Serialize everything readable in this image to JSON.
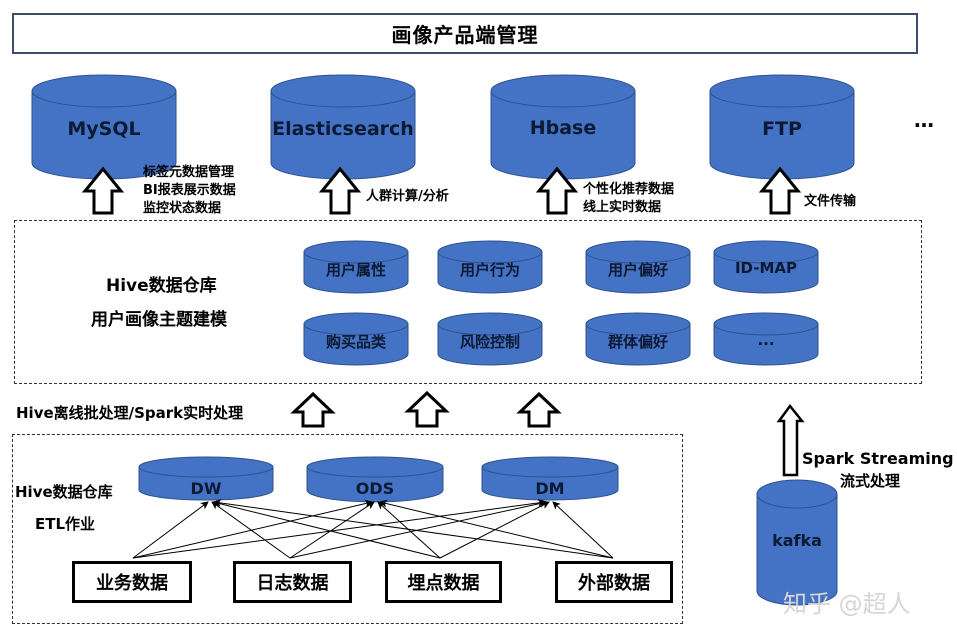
{
  "title": "画像产品端管理",
  "storage": {
    "items": [
      {
        "label": "MySQL"
      },
      {
        "label": "Elasticsearch"
      },
      {
        "label": "Hbase"
      },
      {
        "label": "FTP"
      }
    ],
    "more": "…",
    "annotations": {
      "mysql": [
        "标签元数据管理",
        "BI报表展示数据",
        "监控状态数据"
      ],
      "elasticsearch": [
        "人群计算/分析"
      ],
      "hbase": [
        "个性化推荐数据",
        "线上实时数据"
      ],
      "ftp": [
        "文件传输"
      ]
    }
  },
  "hive_modeling": {
    "label_line1": "Hive数据仓库",
    "label_line2": "用户画像主题建模",
    "topics_row1": [
      "用户属性",
      "用户行为",
      "用户偏好",
      "ID-MAP"
    ],
    "topics_row2": [
      "购买品类",
      "风险控制",
      "群体偏好",
      "..."
    ]
  },
  "processing_label": "Hive离线批处理/Spark实时处理",
  "etl": {
    "label_line1": "Hive数据仓库",
    "label_line2": "ETL作业",
    "layers": [
      "DW",
      "ODS",
      "DM"
    ],
    "sources": [
      "业务数据",
      "日志数据",
      "埋点数据",
      "外部数据"
    ]
  },
  "streaming": {
    "label_line1": "Spark Streaming",
    "label_line2": "流式处理",
    "source": "kafka"
  },
  "colors": {
    "cylinder_fill": "#4472c4",
    "cylinder_stroke": "#2f528f"
  },
  "watermark": "知乎 @超人"
}
